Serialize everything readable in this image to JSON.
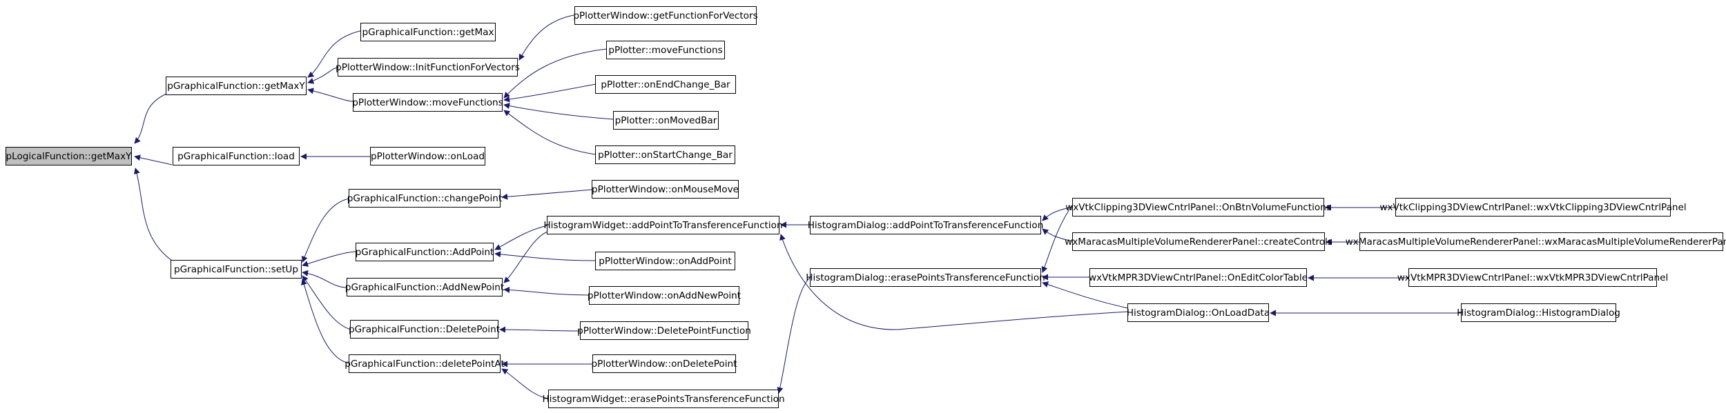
{
  "graph": {
    "edge_color": "#191970",
    "root_fill": "#bfbfbf",
    "nodes": {
      "n0": "pLogicalFunction::getMaxY",
      "n1": "pGraphicalFunction::getMaxY",
      "n2": "pGraphicalFunction::getMax",
      "n3": "pPlotterWindow::InitFunctionForVectors",
      "n4": "pPlotterWindow::getFunctionForVectors",
      "n5": "pPlotterWindow::moveFunctions",
      "n6": "pPlotter::moveFunctions",
      "n7": "pPlotter::onEndChange_Bar",
      "n8": "pPlotter::onMovedBar",
      "n9": "pPlotter::onStartChange_Bar",
      "n10": "pGraphicalFunction::load",
      "n11": "pPlotterWindow::onLoad",
      "n12": "pGraphicalFunction::setUp",
      "n13": "pGraphicalFunction::changePoint",
      "n14": "pPlotterWindow::onMouseMove",
      "n15": "pGraphicalFunction::AddPoint",
      "n16": "HistogramWidget::addPointToTransferenceFunction",
      "n17": "HistogramDialog::addPointToTransferenceFunction",
      "n18": "wxVtkClipping3DViewCntrlPanel::OnBtnVolumeFunctions",
      "n19": "wxVtkClipping3DViewCntrlPanel::wxVtkClipping3DViewCntrlPanel",
      "n20": "wxMaracasMultipleVolumeRendererPanel::createControls",
      "n21": "wxMaracasMultipleVolumeRendererPanel::wxMaracasMultipleVolumeRendererPanel",
      "n22": "pPlotterWindow::onAddPoint",
      "n23": "pGraphicalFunction::AddNewPoint",
      "n24": "HistogramDialog::erasePointsTransferenceFunction",
      "n25": "wxVtkMPR3DViewCntrlPanel::OnEditColorTable",
      "n26": "wxVtkMPR3DViewCntrlPanel::wxVtkMPR3DViewCntrlPanel",
      "n27": "HistogramDialog::OnLoadData",
      "n28": "HistogramDialog::HistogramDialog",
      "n29": "pPlotterWindow::onAddNewPoint",
      "n30": "pGraphicalFunction::DeletePoint",
      "n31": "pPlotterWindow::DeletePointFunction",
      "n32": "pGraphicalFunction::deletePointAt",
      "n33": "pPlotterWindow::onDeletePoint",
      "n34": "HistogramWidget::erasePointsTransferenceFunction"
    }
  }
}
